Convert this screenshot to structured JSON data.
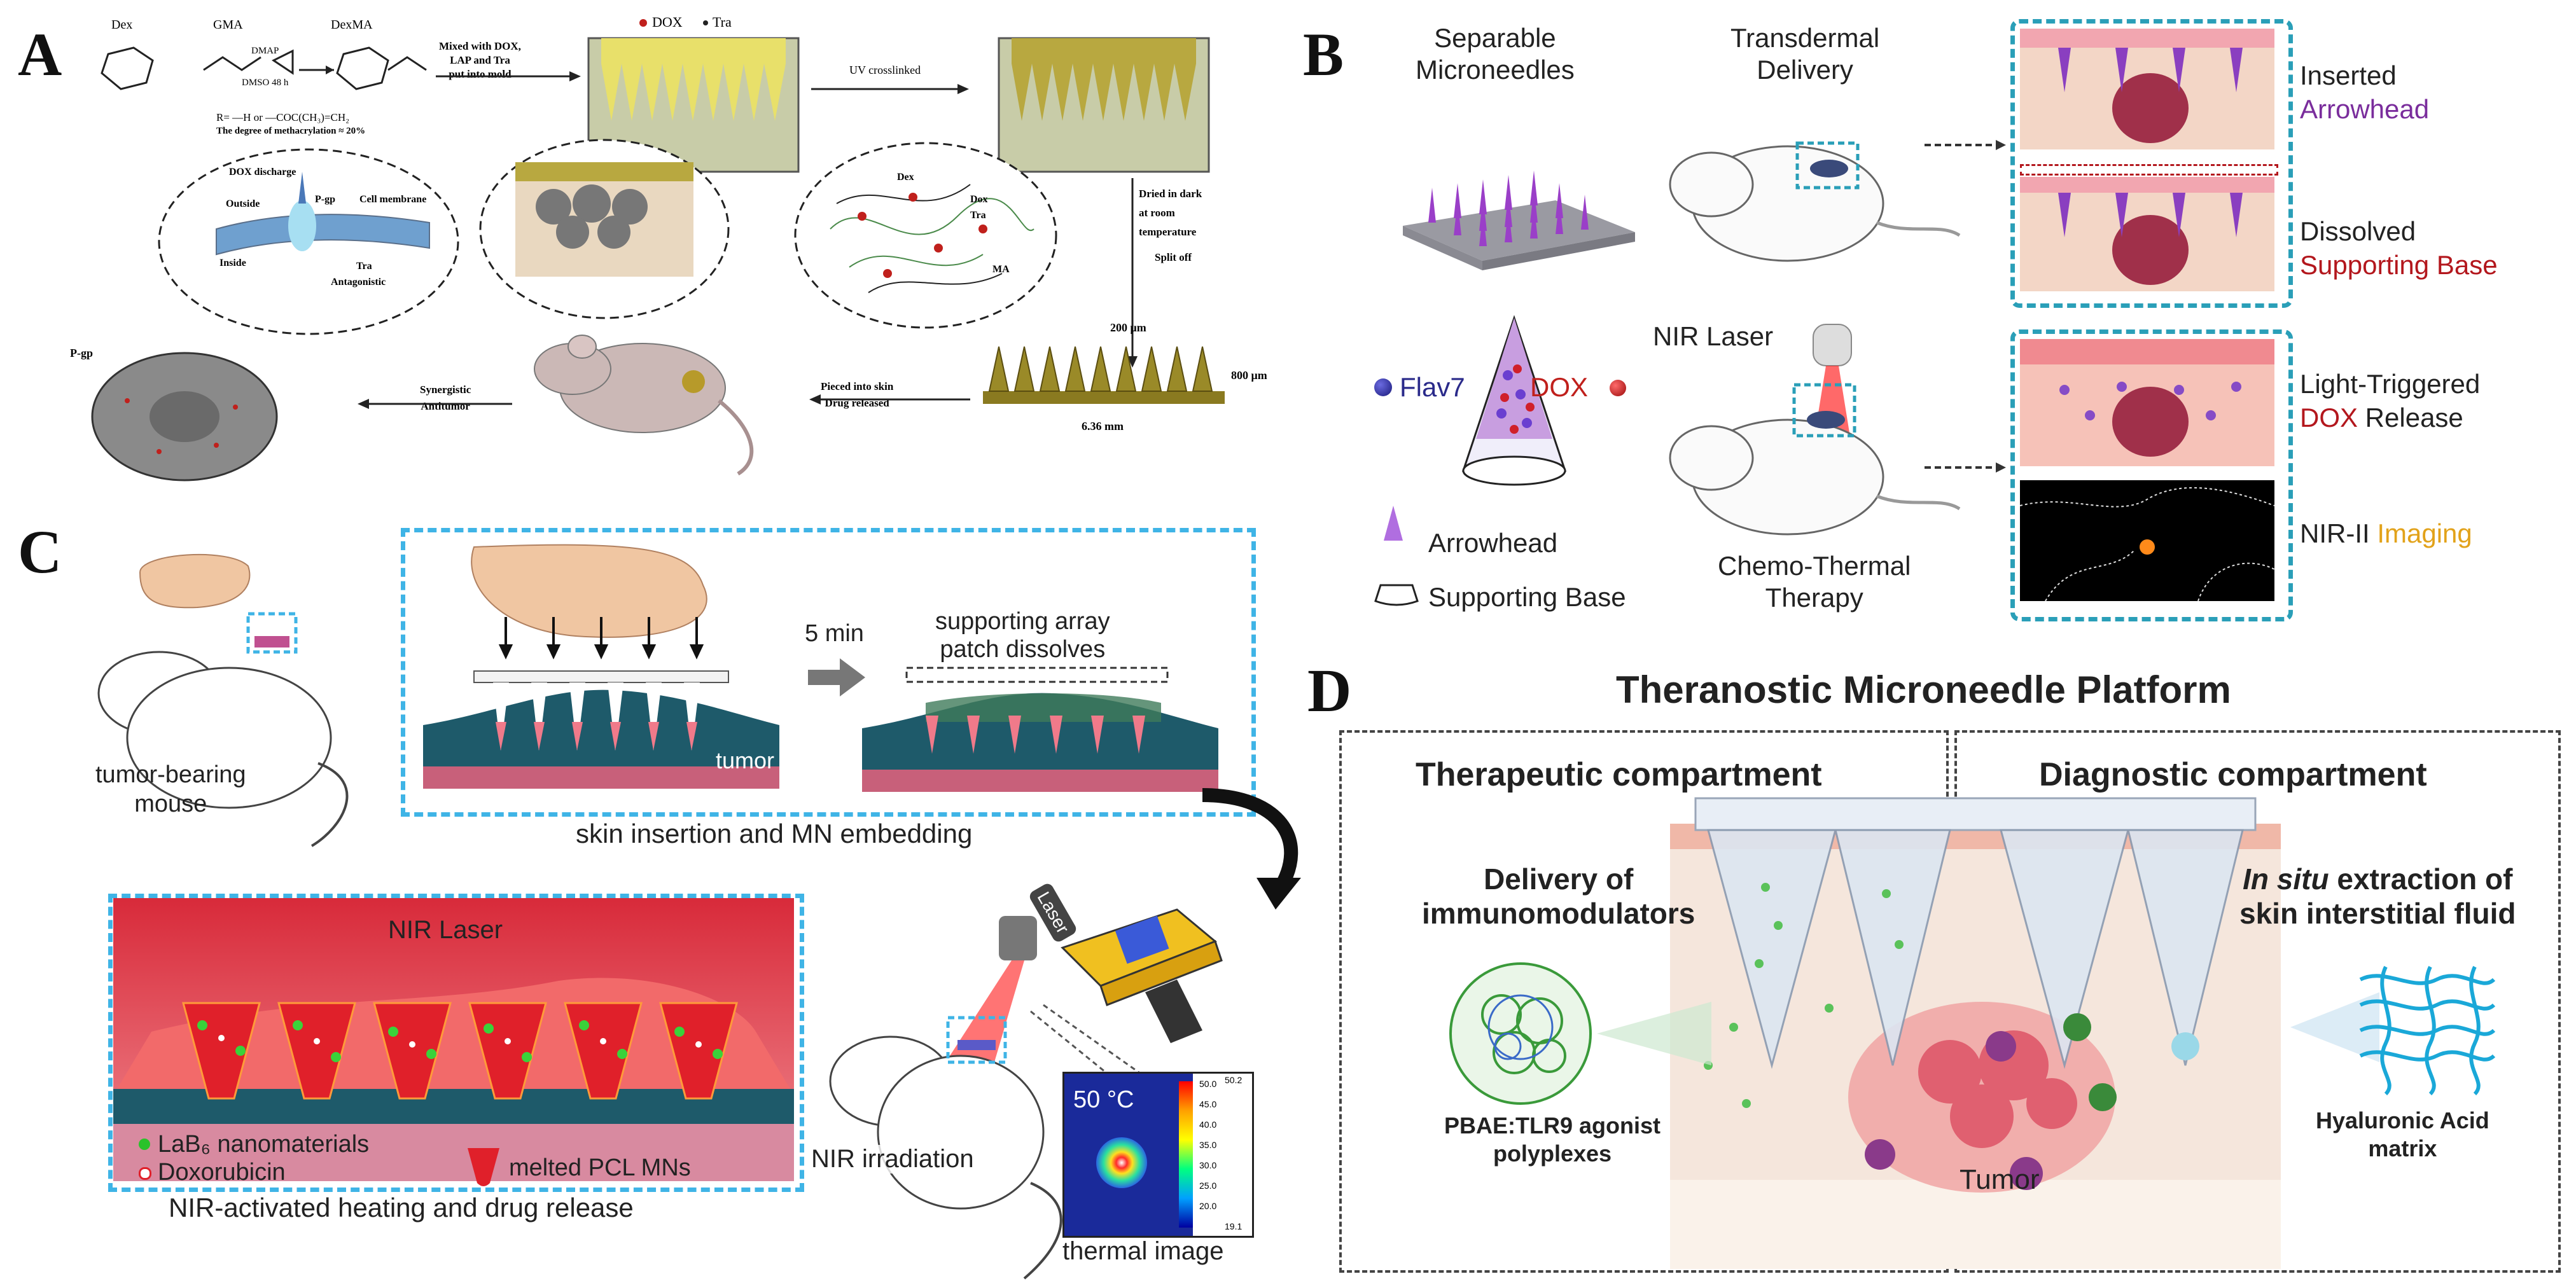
{
  "panels": {
    "a": "A",
    "b": "B",
    "c": "C",
    "d": "D"
  },
  "panel_a": {
    "reagents": [
      "Dex",
      "GMA",
      "DexMA"
    ],
    "catalyst": "DMAP",
    "solvent": "DMSO  48 h",
    "r_group": "R= —H or —COC(CH₃)=CH₂",
    "methacrylation": "The degree of methacrylation ≈ 20%",
    "step_mix": [
      "Mixed with DOX,",
      "LAP and Tra",
      "put into mold"
    ],
    "legend_dox": "DOX",
    "legend_tra": "Tra",
    "step_uv": "UV crosslinked",
    "step_dry": [
      "Dried in dark",
      "at room",
      "temperature"
    ],
    "step_split": "Split off",
    "dim_200": "200 μm",
    "dim_800": "800 μm",
    "dim_636": "6.36 mm",
    "step_pierce": [
      "Pieced into skin",
      "Drug released"
    ],
    "synergistic": [
      "Synergistic",
      "Antitumor"
    ],
    "pgp": "P-gp",
    "cell": {
      "dox_discharge": "DOX discharge",
      "outside": "Outside",
      "pgp": "P-gp",
      "membrane": "Cell membrane",
      "inside": "Inside",
      "tra": "Tra",
      "antagonistic": "Antagonistic"
    },
    "network": {
      "dex": "Dex",
      "dox": "Dox",
      "tra": "Tra",
      "ma": "MA"
    }
  },
  "panel_b": {
    "separable": [
      "Separable",
      "Microneedles"
    ],
    "transdermal": [
      "Transdermal",
      "Delivery"
    ],
    "inserted": "Inserted",
    "arrowhead_colored": "Arrowhead",
    "dissolved": "Dissolved",
    "supporting_base_colored": "Supporting Base",
    "flav7": "Flav7",
    "dox": "DOX",
    "nir_laser": "NIR Laser",
    "arrowhead": "Arrowhead",
    "supporting_base": "Supporting Base",
    "chemo": [
      "Chemo-Thermal",
      "Therapy"
    ],
    "light_triggered": "Light-Triggered",
    "dox_release_dox": "DOX",
    "dox_release_rest": " Release",
    "nir_ii": "NIR-II ",
    "imaging": "Imaging",
    "colors": {
      "arrowhead": "#7a2d9c",
      "supporting": "#b3171d",
      "imaging": "#e2a21a"
    }
  },
  "panel_c": {
    "tumor_mouse": [
      "tumor-bearing",
      "mouse"
    ],
    "five_min": "5 min",
    "supporting_array": [
      "supporting array",
      "patch dissolves"
    ],
    "tumor": "tumor",
    "skin_insertion": "skin insertion and MN embedding",
    "nir_laser": "NIR Laser",
    "lab6": "LaB₆ nanomaterials",
    "doxorubicin": "Doxorubicin",
    "melted": "melted PCL MNs",
    "nir_irradiation": "NIR irradiation",
    "laser": "Laser",
    "temp": "50 °C",
    "thermal_image": "thermal image",
    "heating": "NIR-activated heating and drug release",
    "scale": [
      "50.2",
      "50.0",
      "45.0",
      "40.0",
      "35.0",
      "30.0",
      "25.0",
      "20.0",
      "19.1"
    ]
  },
  "panel_d": {
    "title": "Theranostic Microneedle Platform",
    "therapeutic": "Therapeutic compartment",
    "diagnostic": "Diagnostic compartment",
    "delivery": [
      "Delivery of",
      "immunomodulators"
    ],
    "in_situ_italic": "In situ",
    "in_situ_rest": " extraction of",
    "isf": "skin interstitial fluid",
    "pbae": [
      "PBAE:TLR9 agonist",
      "polyplexes"
    ],
    "tumor": "Tumor",
    "hyaluronic": [
      "Hyaluronic Acid",
      "matrix"
    ]
  }
}
